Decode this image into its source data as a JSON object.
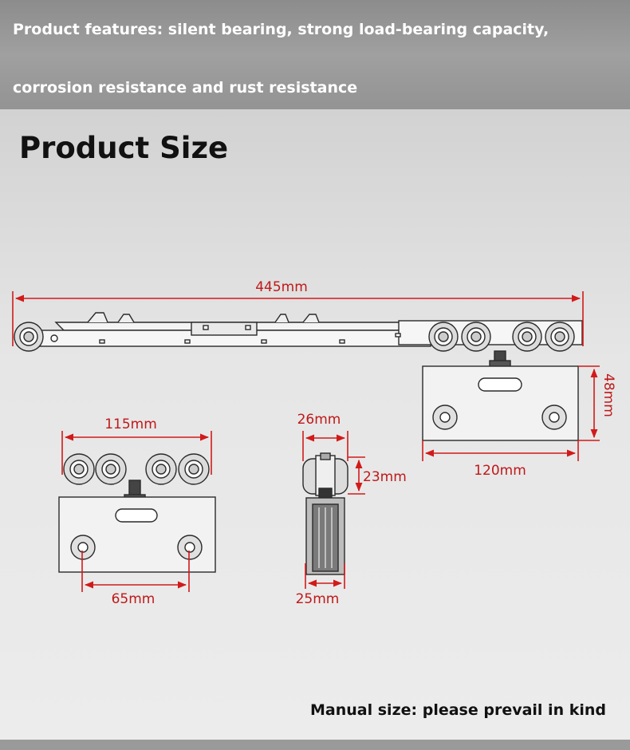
{
  "header": {
    "line1": "Product features: silent bearing, strong load-bearing capacity,",
    "line2": "corrosion resistance and rust resistance"
  },
  "title": "Product Size",
  "note": "Manual size: please prevail in kind",
  "dimensions": {
    "total_length": "445mm",
    "wheel_span": "115mm",
    "hole_spacing": "65mm",
    "width_top": "26mm",
    "wheel_height": "23mm",
    "width_bottom": "25mm",
    "plate_height": "48mm",
    "plate_width": "120mm"
  },
  "colors": {
    "dimension": "#d21a1a",
    "banner": "#939393",
    "outline": "#2a2a2a"
  }
}
